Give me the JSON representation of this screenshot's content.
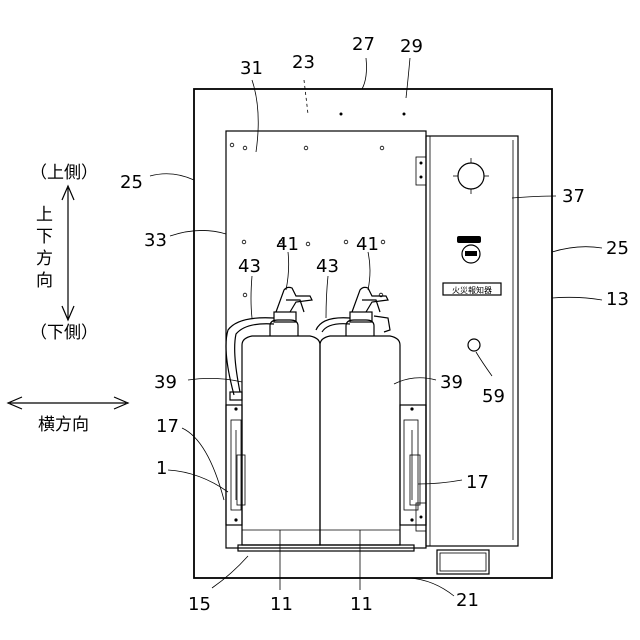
{
  "reference_numerals": {
    "n1": "1",
    "n11a": "11",
    "n11b": "11",
    "n13": "13",
    "n15": "15",
    "n17a": "17",
    "n17b": "17",
    "n21": "21",
    "n23": "23",
    "n25a": "25",
    "n25b": "25",
    "n27": "27",
    "n29": "29",
    "n31": "31",
    "n33": "33",
    "n37": "37",
    "n39a": "39",
    "n39b": "39",
    "n41a": "41",
    "n41b": "41",
    "n43a": "43",
    "n43b": "43",
    "n59": "59"
  },
  "direction_labels": {
    "upper_side": "（上側）",
    "vertical_direction": [
      "上",
      "下",
      "方",
      "向"
    ],
    "lower_side": "（下側）",
    "horizontal_direction": "横方向"
  },
  "panel_text": {
    "fire_alarm_plate": "火災報知器"
  }
}
